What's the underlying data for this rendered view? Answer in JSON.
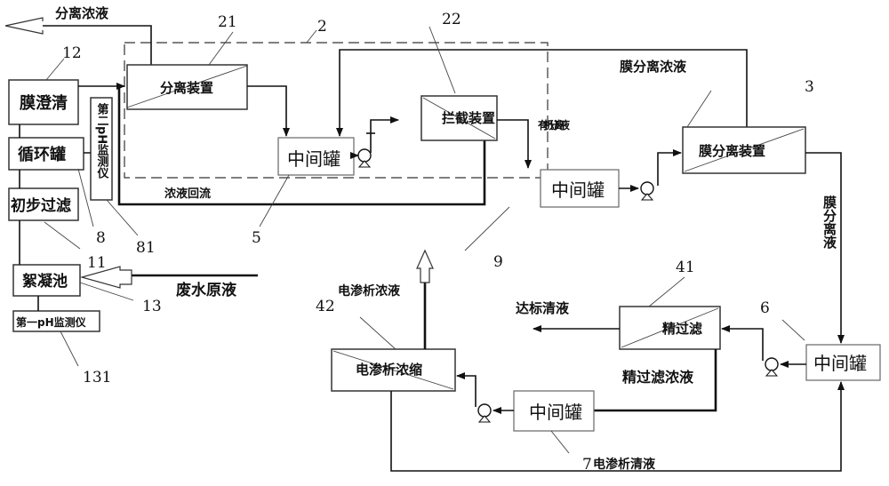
{
  "units": {
    "membrane_clarify": "膜澄清",
    "circulation_tank": "循环罐",
    "pre_filter": "初步过滤",
    "flocculation_tank": "絮凝池",
    "ph_monitor_1": "第一pH监测仪",
    "ph_monitor_2": "第二pH监测仪",
    "separation_device": "分离装置",
    "interception_device": "拦截装置",
    "membrane_separation_device": "膜分离装置",
    "intermediate_tank_5": "中间罐",
    "intermediate_tank_9": "中间罐",
    "intermediate_tank_6": "中间罐",
    "intermediate_tank_7": "中间罐",
    "fine_filter": "精过滤",
    "electrodialysis": "电渗析浓缩"
  },
  "flows": {
    "separation_concentrate": "分离浓液",
    "concentrate_reflux": "浓液回流",
    "membrane_concentrate": "膜分离浓液",
    "organic_separation_liquid": "有机分离液",
    "membrane_permeate": "膜分离液",
    "raw_wastewater": "废水原液",
    "compliant_clear_liquid": "达标清液",
    "fine_filter_concentrate": "精过滤浓液",
    "electrodialysis_concentrate": "电渗析浓液",
    "electrodialysis_clear": "电渗析清液"
  },
  "refs": {
    "r2": "2",
    "r3": "3",
    "r5": "5",
    "r6": "6",
    "r7": "7",
    "r8": "8",
    "r9": "9",
    "r11": "11",
    "r12": "12",
    "r13": "13",
    "r21": "21",
    "r22": "22",
    "r41": "41",
    "r42": "42",
    "r81": "81",
    "r131": "131"
  }
}
